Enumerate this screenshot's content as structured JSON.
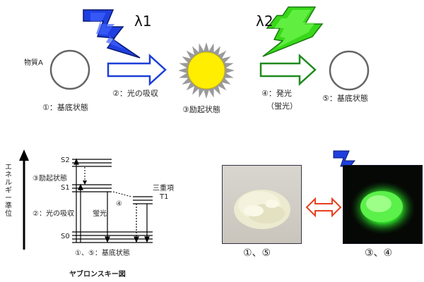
{
  "top": {
    "substance_label": "物質A",
    "lambda1": "λ1",
    "lambda2": "λ2",
    "step1": "①：基底状態",
    "step2": "②：光の吸収",
    "step3": "③励起状態",
    "step4_line1": "④：発光",
    "step4_line2": "（蛍光）",
    "step5": "⑤：基底状態"
  },
  "jablonski": {
    "yaxis_label": "エネルギー準位",
    "s2": "S2",
    "s1": "S1",
    "s0": "S0",
    "t1": "T1",
    "triplet": "三重項",
    "excited": "③励起状態",
    "absorption": "②：光の吸収",
    "fluorescence": "蛍光",
    "phosphor_num": "④",
    "ground": "①、⑤：基底状態",
    "caption": "ヤブロンスキー図"
  },
  "photos": {
    "left_caption": "①、⑤",
    "right_caption": "③、④"
  },
  "colors": {
    "lightning_blue": "#1f3fe0",
    "lightning_green": "#39d81a",
    "arrow_blue": "#1c3fd6",
    "arrow_green": "#1f8a1f",
    "sun_yellow": "#ffee00",
    "swap_arrow": "#e8401e"
  }
}
